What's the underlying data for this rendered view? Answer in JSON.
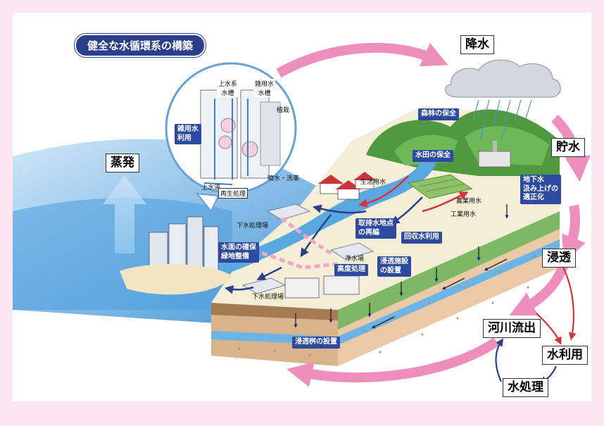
{
  "title": "健全な水循環系の構築",
  "cycle": {
    "kousui": "降水",
    "chosui": "貯水",
    "shinto": "浸透",
    "kasen": "河川流出",
    "riyou": "水利用",
    "shori": "水処理",
    "jouhatsu": "蒸発"
  },
  "labels": {
    "shinrin": "森林の保全",
    "suiden": "水田の保全",
    "chikasui": "地下水\n汲み上げの\n適正化",
    "torihaisui": "取排水地点\nの再編",
    "kaishu": "回収水利用",
    "suimen": "水面の確保\n緑地整備",
    "koudo": "高度処理",
    "shinto_shisetsu": "浸透施設\nの設置",
    "shintomasu": "浸透桝の設置"
  },
  "small_labels": {
    "seikatsu": "生活用水",
    "nougyou": "農業用水",
    "kougyou": "工業用水",
    "gesui1": "下水処理場",
    "gesui2": "下水処理場",
    "jousui": "浄水場",
    "jousuikei": "上水系\n水槽",
    "zatsuyousui_tank": "雑用水\n水槽",
    "zatsuyousui_riyou": "雑用水\n利用",
    "shokusai": "植栽",
    "josuidou": "上水道",
    "funsui": "噴水・洗車",
    "saisei": "再生処理"
  },
  "colors": {
    "background": "#fde6f0",
    "cycle_arrow": "#ee8fbb",
    "label_blue": "#2d4aa0",
    "flow_red": "#d9303a",
    "flow_blue": "#2a3e8c",
    "water": "#5aa8e0"
  }
}
